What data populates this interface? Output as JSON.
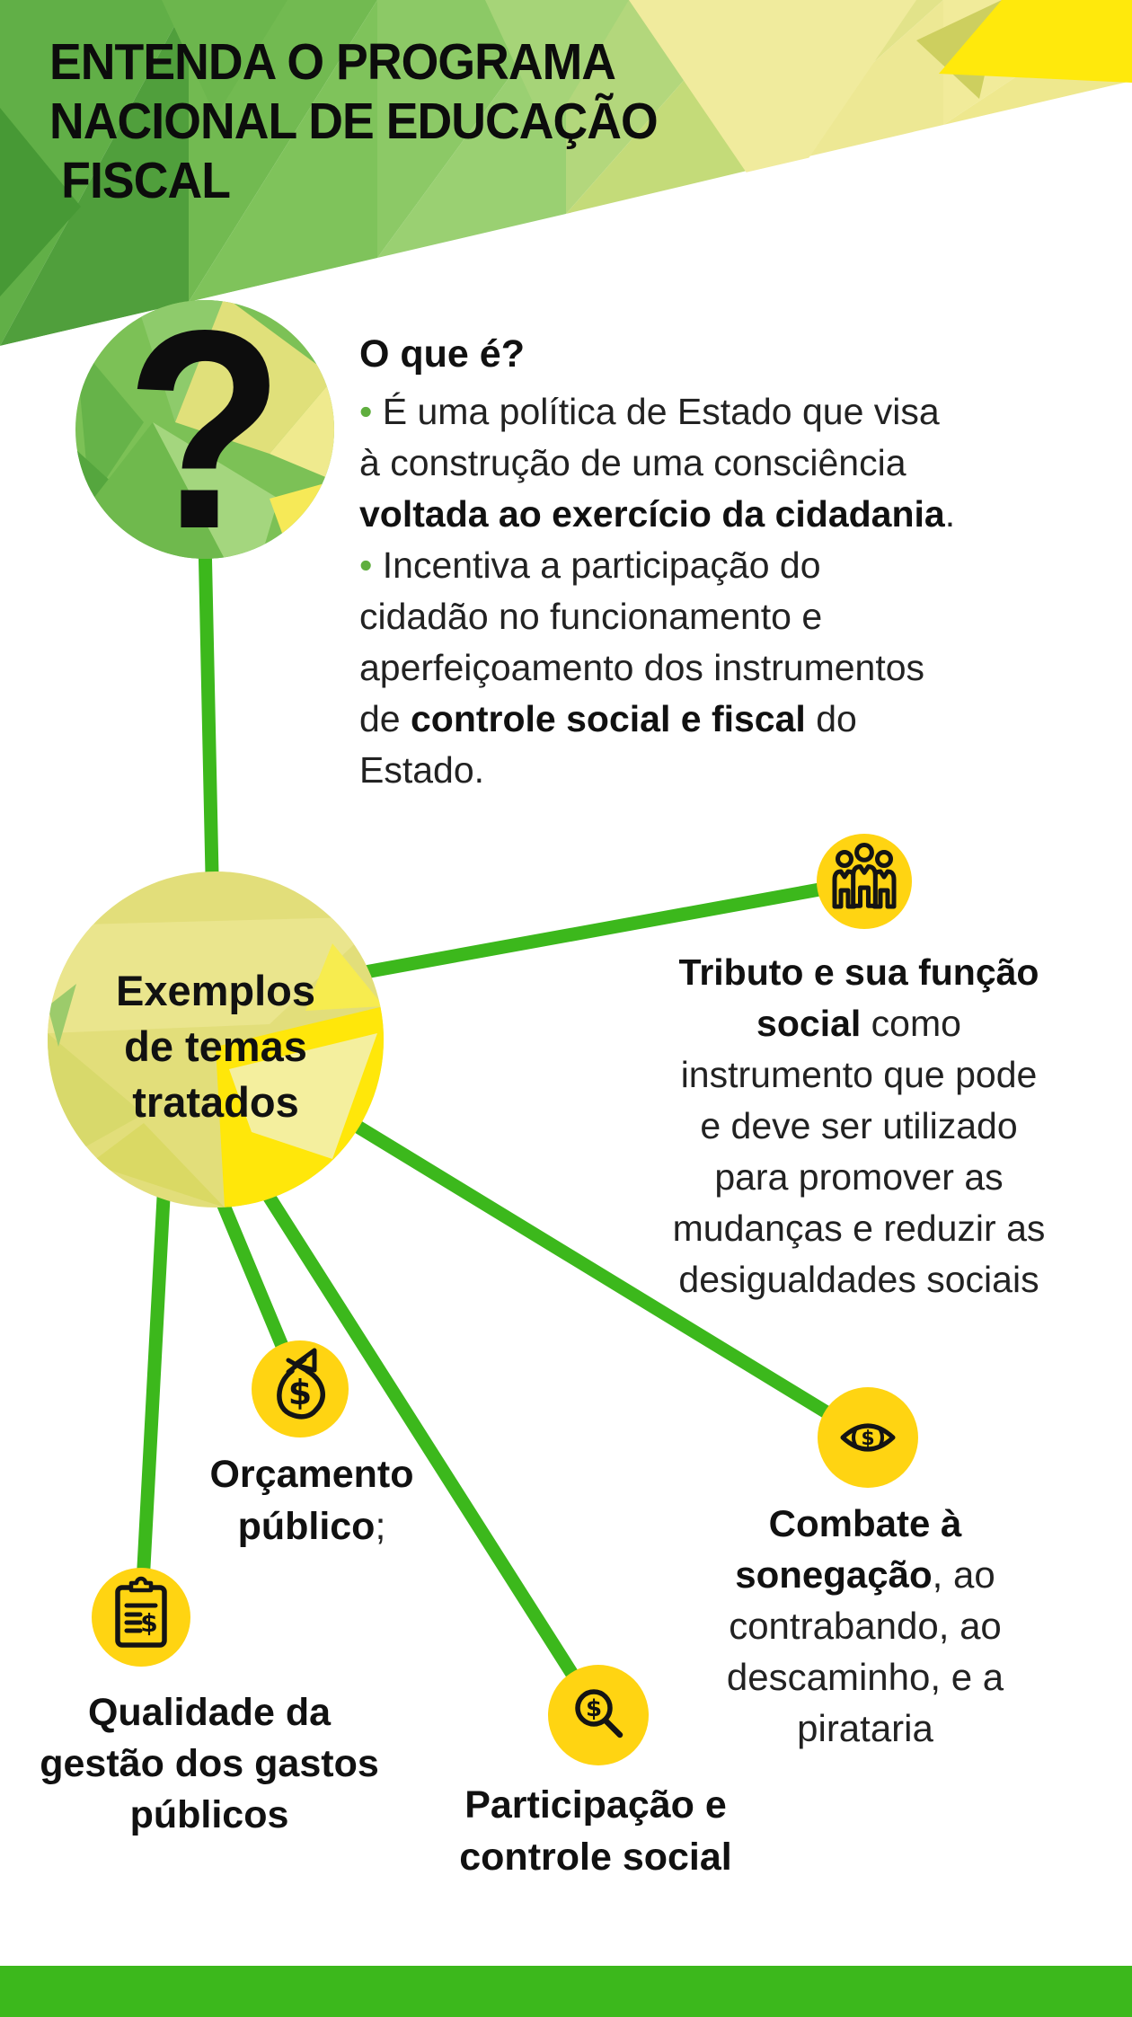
{
  "colors": {
    "accent_green": "#3CB81C",
    "bullet_green": "#5FAE3E",
    "icon_yellow": "#FFD412",
    "bright_yellow": "#FFE90C",
    "text_black": "#222222"
  },
  "header": {
    "line1": "ENTENDA O PROGRAMA",
    "line2": "NACIONAL DE EDUCAÇÃO",
    "line3": "FISCAL"
  },
  "question": {
    "mark": "?",
    "heading": "O que é?",
    "lines": [
      [
        {
          "t": "• ",
          "g": true
        },
        {
          "t": "É uma política de Estado que visa"
        }
      ],
      [
        {
          "t": "à construção de uma consciência"
        }
      ],
      [
        {
          "t": "voltada ao exercício da cidadania",
          "b": true
        },
        {
          "t": "."
        }
      ],
      [
        {
          "t": "• ",
          "g": true
        },
        {
          "t": "Incentiva a participação do"
        }
      ],
      [
        {
          "t": "cidadão no funcionamento e"
        }
      ],
      [
        {
          "t": "aperfeiçoamento dos instrumentos"
        }
      ],
      [
        {
          "t": "de "
        },
        {
          "t": "controle social e fiscal",
          "b": true
        },
        {
          "t": " do"
        }
      ],
      [
        {
          "t": "Estado."
        }
      ]
    ]
  },
  "central": {
    "lines": [
      [
        {
          "t": "Exemplos",
          "b": true
        }
      ],
      [
        {
          "t": "de temas",
          "b": true
        }
      ],
      [
        {
          "t": "tratados",
          "b": true
        }
      ]
    ]
  },
  "topics": {
    "tributo": {
      "lines": [
        [
          {
            "t": "Tributo e sua função",
            "b": true
          }
        ],
        [
          {
            "t": "social",
            "b": true
          },
          {
            "t": " como"
          }
        ],
        [
          {
            "t": "instrumento que pode"
          }
        ],
        [
          {
            "t": "e deve ser utilizado"
          }
        ],
        [
          {
            "t": "para promover as"
          }
        ],
        [
          {
            "t": "mudanças e reduzir as"
          }
        ],
        [
          {
            "t": "desigualdades sociais"
          }
        ]
      ]
    },
    "orcamento": {
      "lines": [
        [
          {
            "t": "Orçamento",
            "b": true
          }
        ],
        [
          {
            "t": "público",
            "b": true
          },
          {
            "t": ";"
          }
        ]
      ]
    },
    "qualidade": {
      "lines": [
        [
          {
            "t": "Qualidade da",
            "b": true
          }
        ],
        [
          {
            "t": "gestão dos gastos",
            "b": true
          }
        ],
        [
          {
            "t": "públicos",
            "b": true
          }
        ]
      ]
    },
    "participacao": {
      "lines": [
        [
          {
            "t": "Participação e",
            "b": true
          }
        ],
        [
          {
            "t": "controle social",
            "b": true
          }
        ]
      ]
    },
    "combate": {
      "lines": [
        [
          {
            "t": "Combate à",
            "b": true
          }
        ],
        [
          {
            "t": "sonegação",
            "b": true
          },
          {
            "t": ", ao"
          }
        ],
        [
          {
            "t": "contrabando, ao"
          }
        ],
        [
          {
            "t": "descaminho, e a"
          }
        ],
        [
          {
            "t": "pirataria"
          }
        ]
      ]
    }
  },
  "icons": {
    "dollar": "$",
    "people": "people-group-icon",
    "money": "money-bag-icon",
    "clipboard": "clipboard-dollar-icon",
    "magnifier": "magnifier-dollar-icon",
    "eye": "eye-dollar-icon"
  }
}
